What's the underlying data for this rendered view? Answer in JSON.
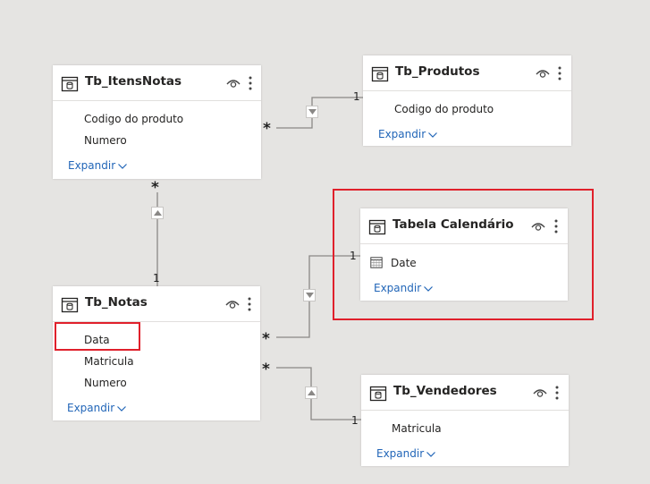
{
  "tables": {
    "itensnotas": {
      "title": "Tb_ItensNotas",
      "fields": [
        "Codigo do produto",
        "Numero"
      ],
      "expand": "Expandir"
    },
    "produtos": {
      "title": "Tb_Produtos",
      "fields": [
        "Codigo do produto"
      ],
      "expand": "Expandir"
    },
    "calendario": {
      "title": "Tabela Calendário",
      "fields": [
        "Date"
      ],
      "expand": "Expandir"
    },
    "notas": {
      "title": "Tb_Notas",
      "fields": [
        "Data",
        "Matricula",
        "Numero"
      ],
      "expand": "Expandir"
    },
    "vendedores": {
      "title": "Tb_Vendedores",
      "fields": [
        "Matricula"
      ],
      "expand": "Expandir"
    }
  },
  "relationships": {
    "many": "*",
    "one": "1"
  },
  "colors": {
    "canvas": "#e5e4e2",
    "link": "#2266b8",
    "highlight": "#e0202b",
    "connector": "#8a8886"
  },
  "icons": [
    "table-icon",
    "eye-icon",
    "more-options-icon",
    "chevron-down-icon",
    "calendar-icon",
    "filter-arrow-icon"
  ]
}
